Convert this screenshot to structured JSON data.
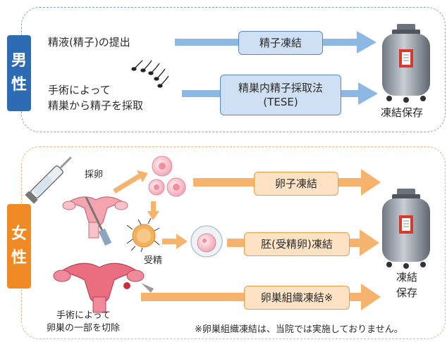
{
  "male": {
    "tag": [
      "男",
      "性"
    ],
    "semen_label": "精液(精子)の提出",
    "surgery_label": [
      "手術によって",
      "精巣から精子を採取"
    ],
    "box_sperm_freeze": "精子凍結",
    "box_tese": [
      "精巣内精子採取法",
      "(TESE)"
    ],
    "storage_label": "凍結保存"
  },
  "female": {
    "tag": [
      "女",
      "性"
    ],
    "egg_retrieval_label": "採卵",
    "fertilization_label": "受精",
    "surgery_label": [
      "手術によって",
      "卵巣の一部を切除"
    ],
    "box_egg_freeze": "卵子凍結",
    "box_embryo_freeze": "胚(受精卵)凍結",
    "box_ovarian_tissue_freeze": "卵巣組織凍結※",
    "storage_label": [
      "凍結",
      "保存"
    ],
    "footnote": "※卵巣組織凍結は、当院では実施しておりません。"
  },
  "colors": {
    "male_accent": "#2d6cb5",
    "male_arrow": "#8db8e4",
    "female_accent": "#f08a24",
    "female_arrow": "#f6b36d"
  }
}
